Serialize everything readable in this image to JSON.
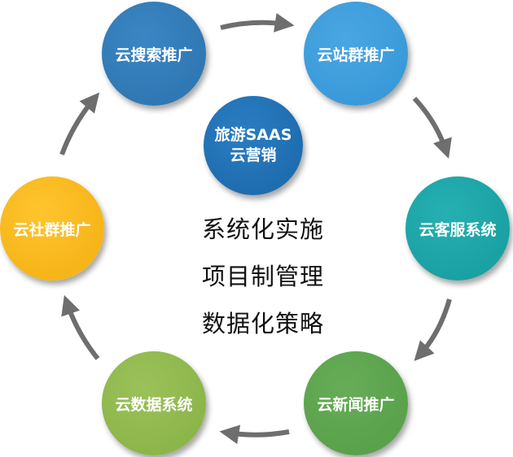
{
  "center": {
    "line1": "旅游SAAS",
    "line2": "云营销",
    "color": "#1e6db0"
  },
  "nodes": [
    {
      "label": "云搜索推广",
      "color": "#2f78b4"
    },
    {
      "label": "云站群推广",
      "color": "#3a9ad9"
    },
    {
      "label": "云客服系统",
      "color": "#1aa1a3"
    },
    {
      "label": "云新闻推广",
      "color": "#5aa14b"
    },
    {
      "label": "云数据系统",
      "color": "#8cb54a"
    },
    {
      "label": "云社群推广",
      "color": "#f6b519"
    }
  ],
  "principles": [
    "系统化实施",
    "项目制管理",
    "数据化策略"
  ],
  "arrow_color": "#6e6e6e"
}
